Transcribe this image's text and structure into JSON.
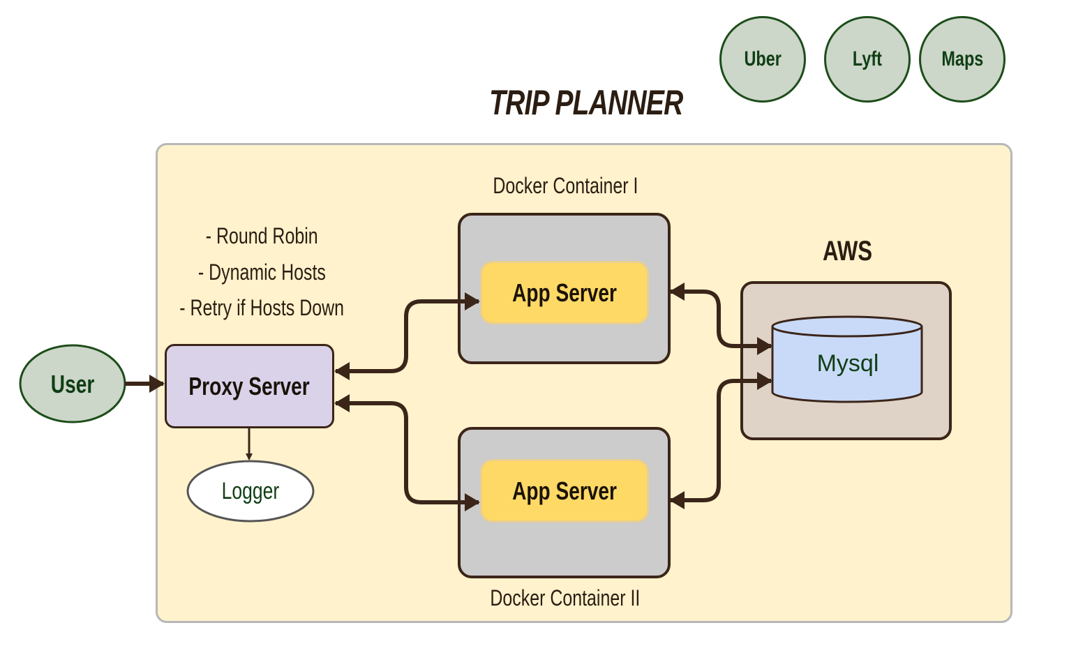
{
  "title": "TRIP PLANNER",
  "external_services": [
    "Uber",
    "Lyft",
    "Maps"
  ],
  "user_label": "User",
  "proxy": {
    "label": "Proxy Server",
    "notes": [
      "- Round Robin",
      "- Dynamic Hosts",
      "- Retry if Hosts Down"
    ]
  },
  "logger_label": "Logger",
  "containers": [
    {
      "label": "Docker Container I",
      "app_label": "App Server"
    },
    {
      "label": "Docker Container II",
      "app_label": "App Server"
    }
  ],
  "aws": {
    "label": "AWS",
    "db_label": "Mysql"
  },
  "colors": {
    "background": "#fff2cc",
    "circle_fill": "#ccd6c9",
    "circle_border": "#1d4d1a",
    "app_server": "#ffd966",
    "proxy": "#d9d2e9",
    "container": "#cccccc",
    "aws": "#ded3c6",
    "db": "#c9daf8",
    "arrow": "#3b2519"
  }
}
